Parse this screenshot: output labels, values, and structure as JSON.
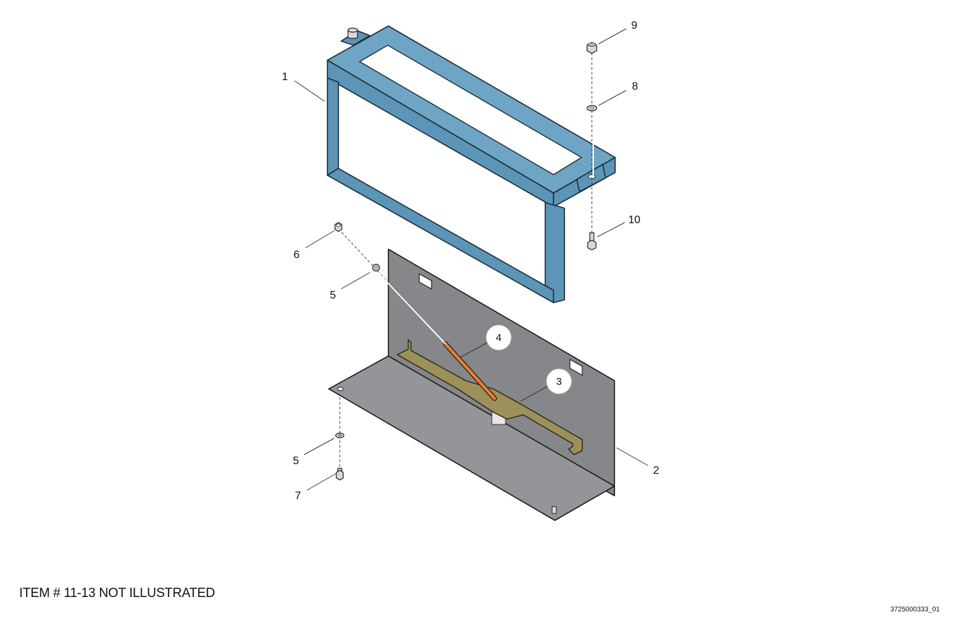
{
  "callouts": {
    "c1": "1",
    "c2": "2",
    "c3": "3",
    "c4": "4",
    "c5a": "5",
    "c5b": "5",
    "c6": "6",
    "c7": "7",
    "c8": "8",
    "c9": "9",
    "c10": "10"
  },
  "note": "ITEM # 11-13 NOT ILLUSTRATED",
  "drawing_id": "3725000333_01",
  "colors": {
    "frame": "#5b95b7",
    "plate": "#949598",
    "bracket": "#9c915a",
    "strap": "#e0813e"
  }
}
